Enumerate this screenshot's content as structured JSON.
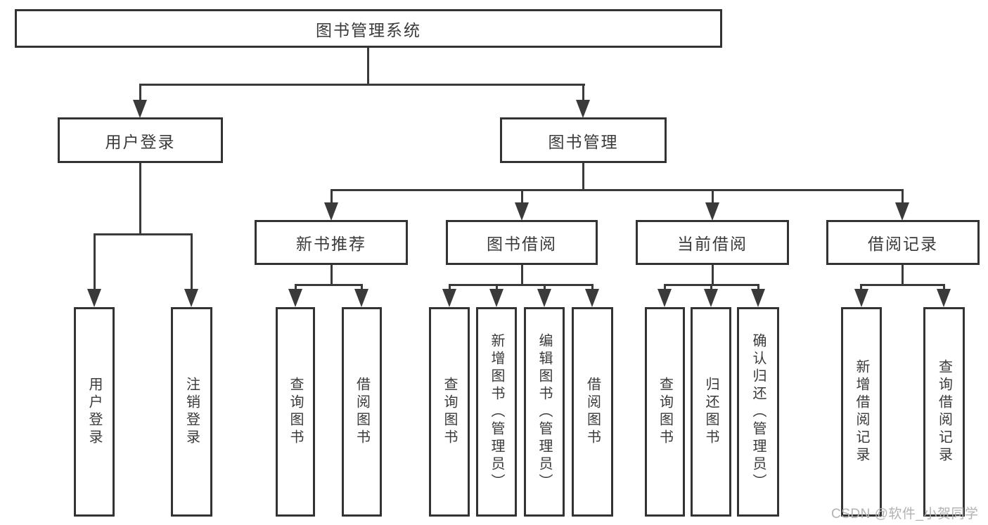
{
  "tree": {
    "label": "图书管理系统",
    "children": [
      {
        "label": "用户登录",
        "children": [
          {
            "label": "用户登录"
          },
          {
            "label": "注销登录"
          }
        ]
      },
      {
        "label": "图书管理",
        "children": [
          {
            "label": "新书推荐",
            "children": [
              {
                "label": "查询图书"
              },
              {
                "label": "借阅图书"
              }
            ]
          },
          {
            "label": "图书借阅",
            "children": [
              {
                "label": "查询图书"
              },
              {
                "label": "新增图书（管理员）"
              },
              {
                "label": "编辑图书（管理员）"
              },
              {
                "label": "借阅图书"
              }
            ]
          },
          {
            "label": "当前借阅",
            "children": [
              {
                "label": "查询图书"
              },
              {
                "label": "归还图书"
              },
              {
                "label": "确认归还（管理员）"
              }
            ]
          },
          {
            "label": "借阅记录",
            "children": [
              {
                "label": "新增借阅记录"
              },
              {
                "label": "查询借阅记录"
              }
            ]
          }
        ]
      }
    ]
  },
  "watermark": {
    "text": "CSDN @软件_小贺同学",
    "color": "#b2b2b2"
  },
  "colors": {
    "line": "#3a3a3a",
    "border": "#333333",
    "text": "#3a3a3a",
    "background": "#ffffff"
  }
}
